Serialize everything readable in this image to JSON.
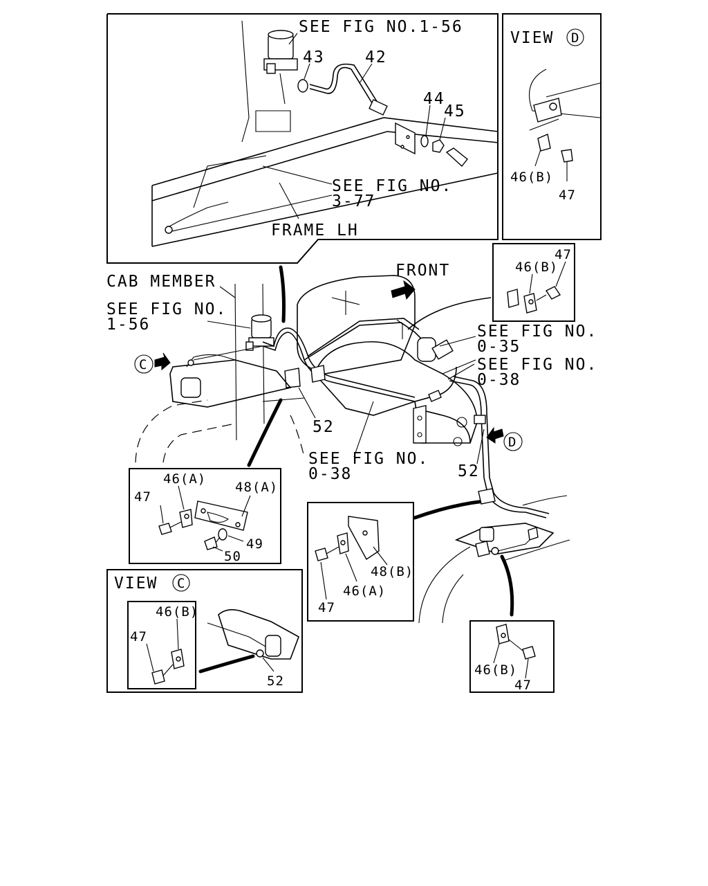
{
  "labels": {
    "see_fig_1_56_top": "SEE FIG NO.1-56",
    "see_fig_3_77_a": "SEE FIG NO.",
    "see_fig_3_77_b": "3-77",
    "frame_lh": "FRAME LH",
    "cab_member": "CAB MEMBER",
    "see_fig_1_56_mid_a": "SEE FIG NO.",
    "see_fig_1_56_mid_b": "1-56",
    "front": "FRONT",
    "see_fig_0_35_a": "SEE FIG NO.",
    "see_fig_0_35_b": "0-35",
    "see_fig_0_38_a": "SEE FIG NO.",
    "see_fig_0_38_b": "0-38",
    "see_fig_0_38_low_a": "SEE FIG NO.",
    "see_fig_0_38_low_b": "0-38",
    "view_d_prefix": "VIEW",
    "view_d_letter": "D",
    "view_c_prefix": "VIEW",
    "view_c_letter": "C",
    "arrow_c": "C",
    "arrow_d": "D"
  },
  "part_numbers": {
    "p42": "42",
    "p43": "43",
    "p44": "44",
    "p45": "45",
    "p46b_viewd": "46(B)",
    "p47_viewd": "47",
    "p47_inset_top": "47",
    "p46b_inset_top": "46(B)",
    "p52_center": "52",
    "p52_right": "52",
    "p46a_left": "46(A)",
    "p48a_left": "48(A)",
    "p47_left": "47",
    "p49_left": "49",
    "p50_left": "50",
    "p46b_viewc": "46(B)",
    "p47_viewc": "47",
    "p52_viewc": "52",
    "p48b_mid": "48(B)",
    "p46a_mid": "46(A)",
    "p47_mid": "47",
    "p46b_bottom": "46(B)",
    "p47_bottom": "47"
  }
}
